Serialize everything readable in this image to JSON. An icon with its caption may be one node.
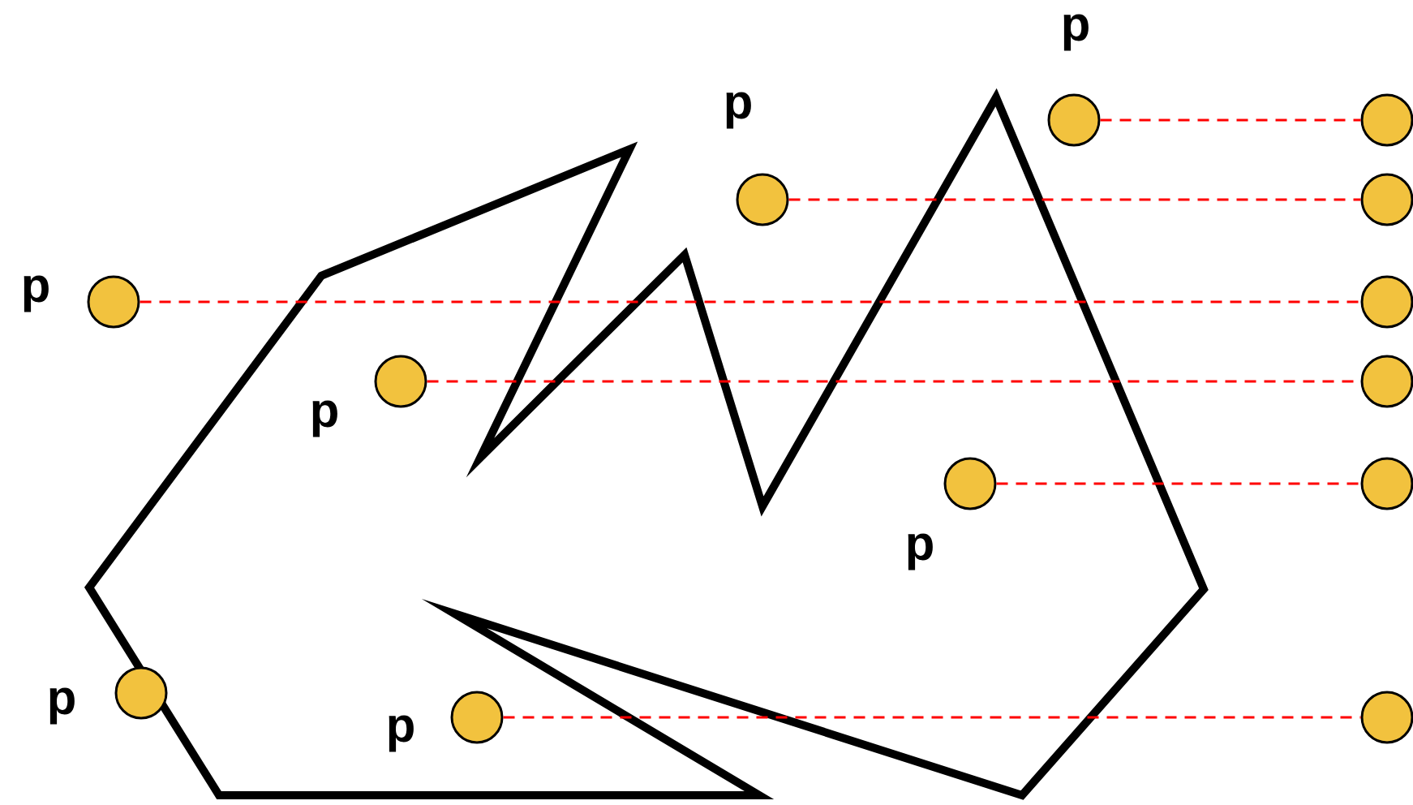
{
  "diagram": {
    "nodes": [
      {
        "text": [],
        "shape": "circle",
        "beside": [
          "p"
        ]
      },
      {
        "text": [],
        "shape": "circle",
        "beside": [
          "p"
        ]
      },
      {
        "text": [],
        "shape": "circle",
        "beside": [
          "p"
        ]
      },
      {
        "text": [],
        "shape": "circle",
        "beside": [
          "p"
        ]
      },
      {
        "text": [],
        "shape": "circle",
        "beside": [
          "p"
        ]
      },
      {
        "text": [],
        "shape": "circle",
        "beside": [
          "p"
        ]
      },
      {
        "text": [],
        "shape": "circle",
        "beside": [
          "p"
        ]
      },
      {
        "text": [],
        "shape": "circle"
      },
      {
        "text": [],
        "shape": "circle"
      },
      {
        "text": [],
        "shape": "circle"
      },
      {
        "text": [],
        "shape": "circle"
      },
      {
        "text": [],
        "shape": "circle"
      },
      {
        "text": [],
        "shape": "circle"
      }
    ],
    "edges": [
      {
        "from": 0,
        "to": 9,
        "arrow": "none",
        "style": "dashed",
        "color": "#ff0000"
      },
      {
        "from": 1,
        "to": 10,
        "arrow": "none",
        "style": "dashed",
        "color": "#ff0000"
      },
      {
        "from": 2,
        "to": 8,
        "arrow": "none",
        "style": "dashed",
        "color": "#ff0000"
      },
      {
        "from": 3,
        "to": 7,
        "arrow": "none",
        "style": "dashed",
        "color": "#ff0000"
      },
      {
        "from": 4,
        "to": 11,
        "arrow": "none",
        "style": "dashed",
        "color": "#ff0000"
      },
      {
        "from": 6,
        "to": 12,
        "arrow": "none",
        "style": "dashed",
        "color": "#ff0000"
      }
    ]
  }
}
